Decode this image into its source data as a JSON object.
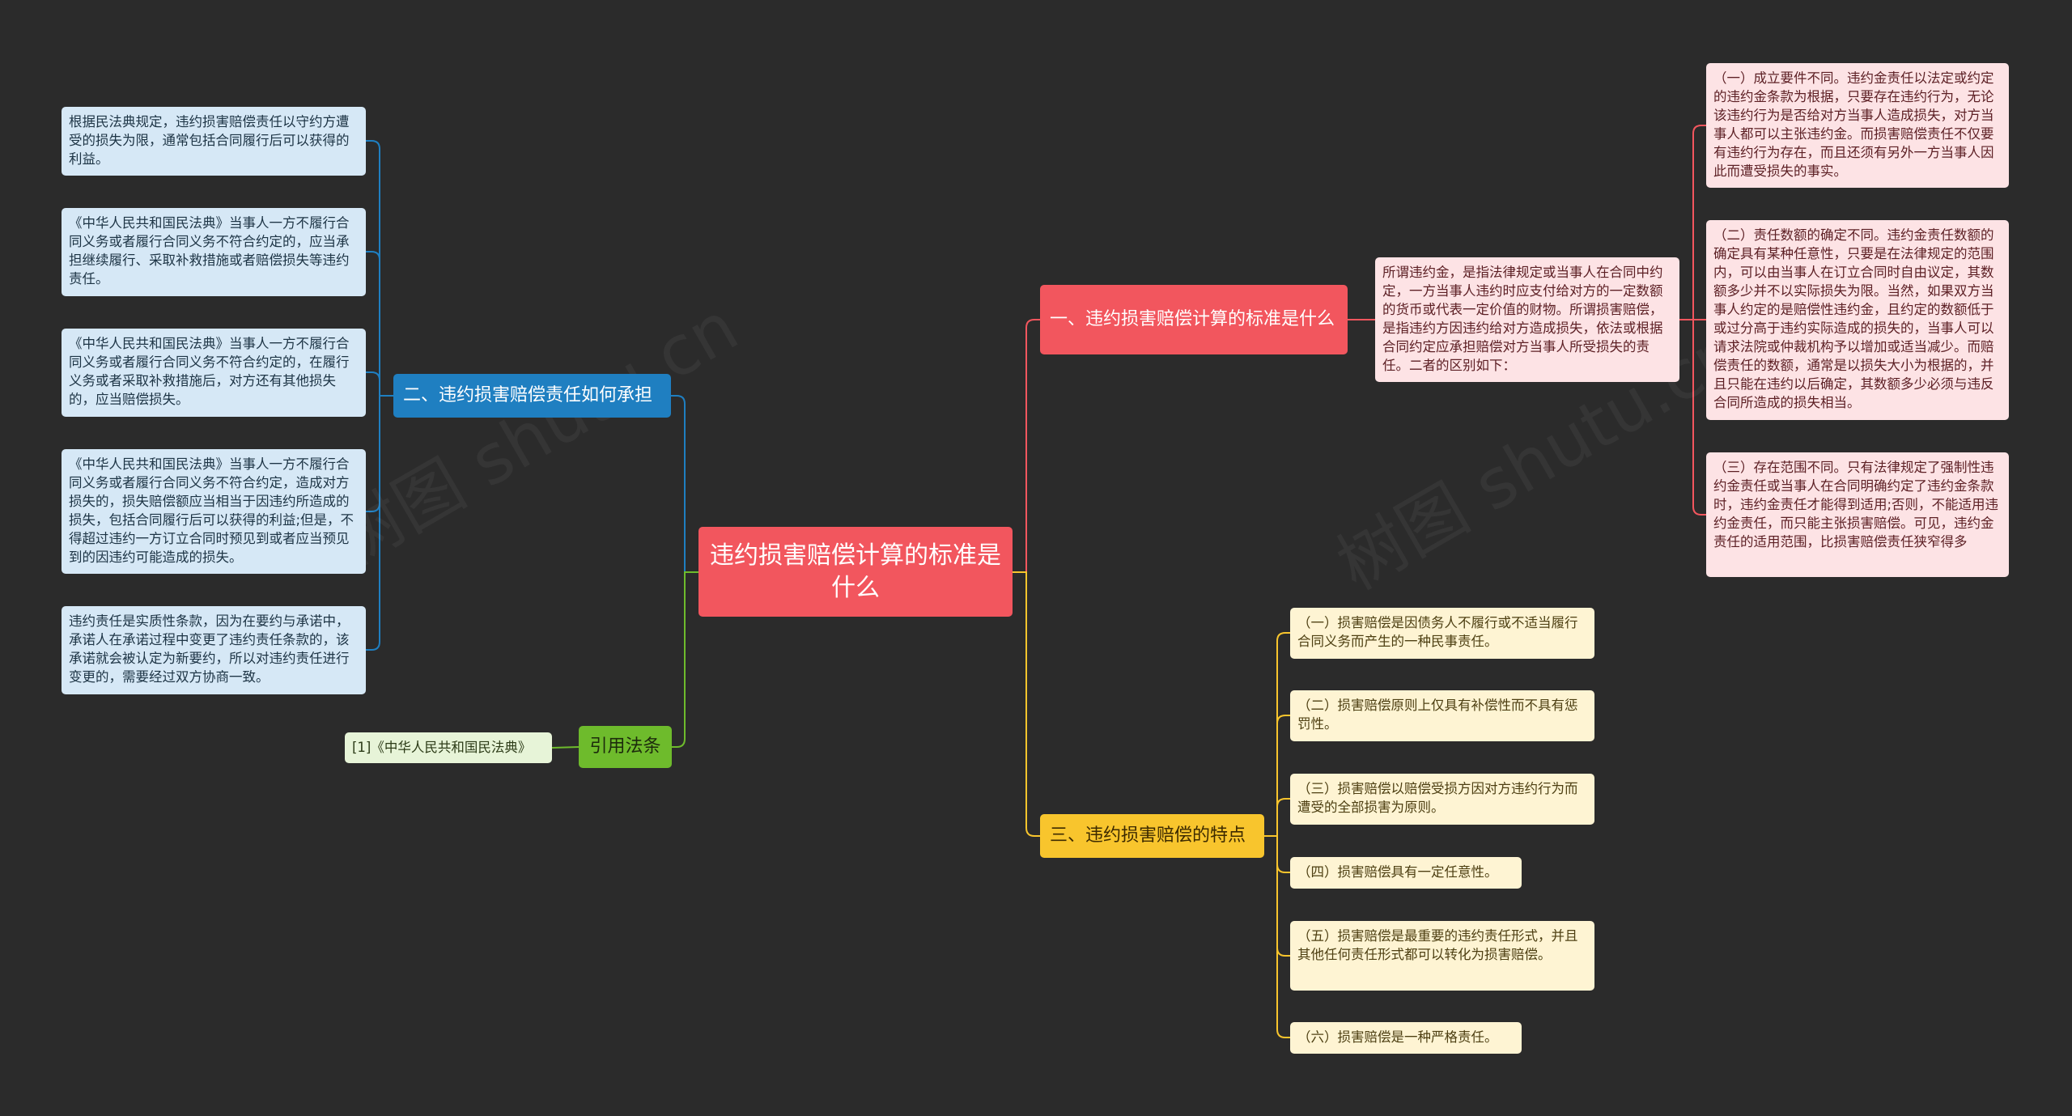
{
  "colors": {
    "background": "#2b2b2b",
    "red": "#f2565e",
    "blue": "#1f7fc1",
    "green": "#6ebb2c",
    "yellow": "#f8c52d"
  },
  "root": {
    "label": "违约损害赔偿计算的标准是什么"
  },
  "branch1": {
    "label": "一、违约损害赔偿计算的标准是什么",
    "definition": "所谓违约金，是指法律规定或当事人在合同中约定，一方当事人违约时应支付给对方的一定数额的货币或代表一定价值的财物。所谓损害赔偿，是指违约方因违约给对方造成损失，依法或根据合同约定应承担赔偿对方当事人所受损失的责任。二者的区别如下：",
    "details": [
      "（一）成立要件不同。违约金责任以法定或约定的违约金条款为根据，只要存在违约行为，无论该违约行为是否给对方当事人造成损失，对方当事人都可以主张违约金。而损害赔偿责任不仅要有违约行为存在，而且还须有另外一方当事人因此而遭受损失的事实。",
      "（二）责任数额的确定不同。违约金责任数额的确定具有某种任意性，只要是在法律规定的范围内，可以由当事人在订立合同时自由议定，其数额多少并不以实际损失为限。当然，如果双方当事人约定的是赔偿性违约金，且约定的数额低于或过分高于违约实际造成的损失的，当事人可以请求法院或仲裁机构予以增加或适当减少。而赔偿责任的数额，通常是以损失大小为根据的，并且只能在违约以后确定，其数额多少必须与违反合同所造成的损失相当。",
      "（三）存在范围不同。只有法律规定了强制性违约金责任或当事人在合同明确约定了违约金条款时，违约金责任才能得到适用;否则，不能适用违约金责任，而只能主张损害赔偿。可见，违约金责任的适用范围，比损害赔偿责任狭窄得多"
    ]
  },
  "branch2": {
    "label": "二、违约损害赔偿责任如何承担",
    "items": [
      "根据民法典规定，违约损害赔偿责任以守约方遭受的损失为限，通常包括合同履行后可以获得的利益。",
      "《中华人民共和国民法典》当事人一方不履行合同义务或者履行合同义务不符合约定的，应当承担继续履行、采取补救措施或者赔偿损失等违约责任。",
      "《中华人民共和国民法典》当事人一方不履行合同义务或者履行合同义务不符合约定的，在履行义务或者采取补救措施后，对方还有其他损失的，应当赔偿损失。",
      "《中华人民共和国民法典》当事人一方不履行合同义务或者履行合同义务不符合约定，造成对方损失的，损失赔偿额应当相当于因违约所造成的损失，包括合同履行后可以获得的利益;但是，不得超过违约一方订立合同时预见到或者应当预见到的因违约可能造成的损失。",
      "违约责任是实质性条款，因为在要约与承诺中，承诺人在承诺过程中变更了违约责任条款的，该承诺就会被认定为新要约，所以对违约责任进行变更的，需要经过双方协商一致。"
    ]
  },
  "branch3": {
    "label": "三、违约损害赔偿的特点",
    "items": [
      "（一）损害赔偿是因债务人不履行或不适当履行合同义务而产生的一种民事责任。",
      "（二）损害赔偿原则上仅具有补偿性而不具有惩罚性。",
      "（三）损害赔偿以赔偿受损方因对方违约行为而遭受的全部损害为原则。",
      "（四）损害赔偿具有一定任意性。",
      "（五）损害赔偿是最重要的违约责任形式，并且其他任何责任形式都可以转化为损害赔偿。",
      "（六）损害赔偿是一种严格责任。"
    ]
  },
  "branch4": {
    "label": "引用法条",
    "items": [
      "[1]《中华人民共和国民法典》"
    ]
  },
  "watermarks": [
    "树图 shutu.cn",
    "树图 shutu.cn"
  ]
}
